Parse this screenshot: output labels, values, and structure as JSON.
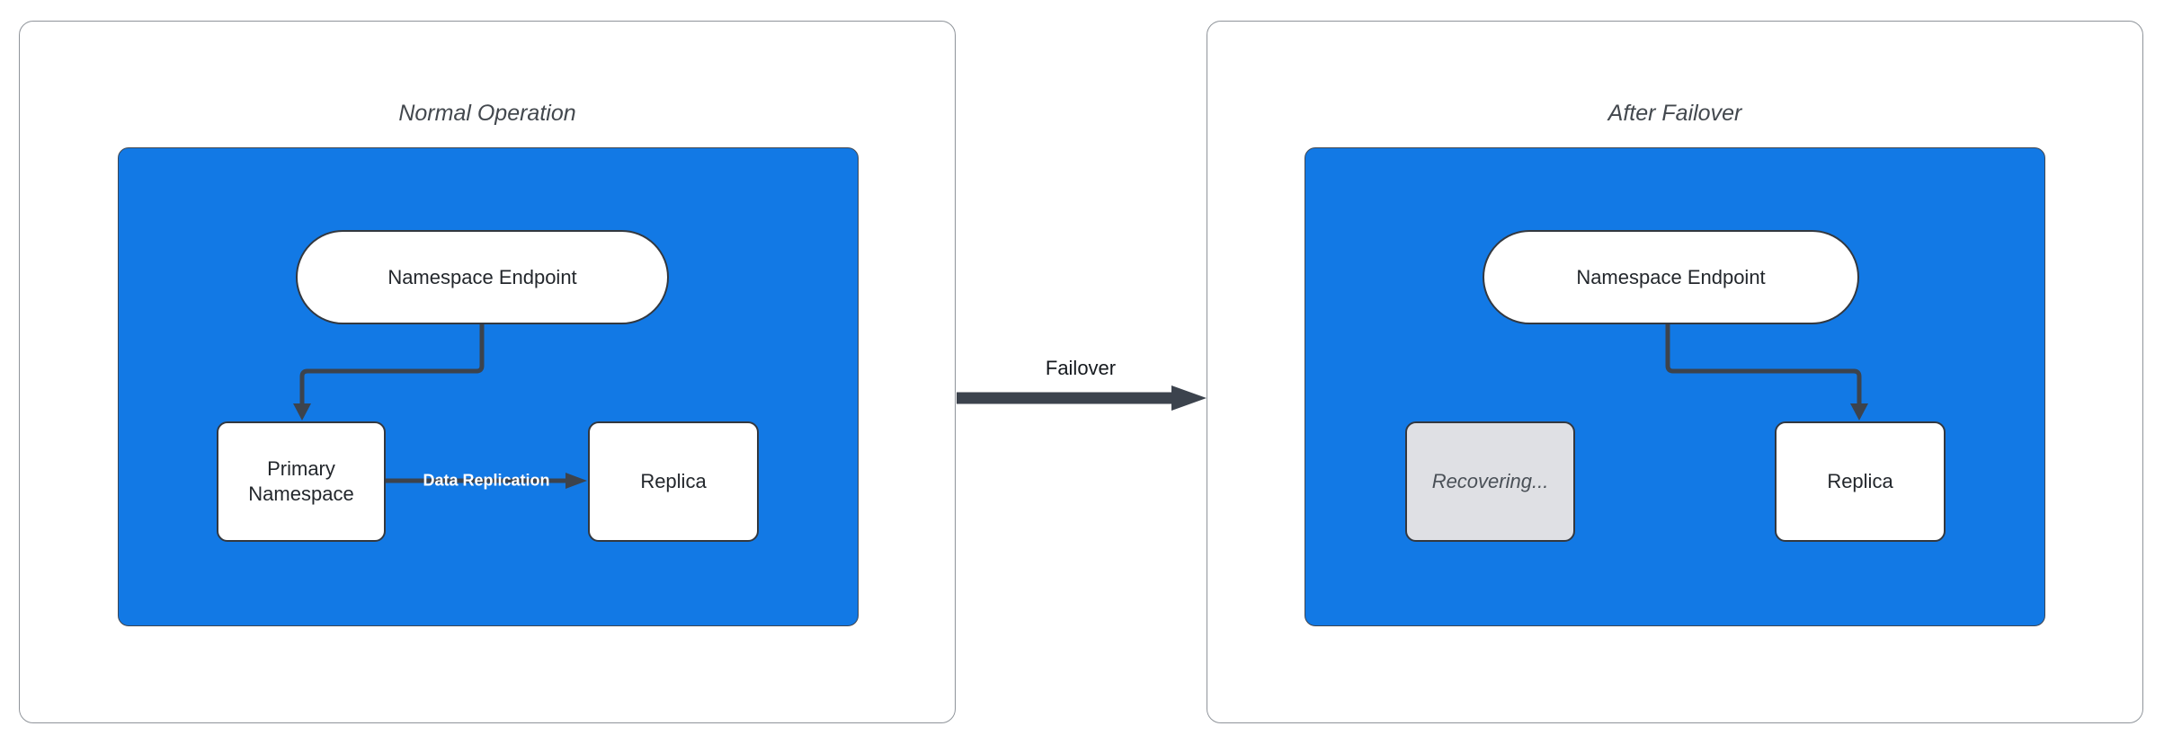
{
  "panels": [
    {
      "title": "Normal Operation",
      "nodes": {
        "endpoint": "Namespace Endpoint",
        "primary": "Primary Namespace",
        "replica": "Replica"
      },
      "edge_label": "Data Replication"
    },
    {
      "title": "After Failover",
      "nodes": {
        "endpoint": "Namespace Endpoint",
        "recovering": "Recovering...",
        "replica": "Replica"
      }
    }
  ],
  "failover": {
    "label": "Failover"
  },
  "colors": {
    "cluster-fill": "#1279E5",
    "cluster-border": "#3F4650",
    "node-fill": "#FFFFFF",
    "node-border": "#33383F",
    "node-text": "#23272C",
    "recovering-fill": "#DFE0E4",
    "recovering-text": "#4A5057",
    "edge": "#3C434D",
    "edge-label-text": "#FFFFFF",
    "panel-border": "#8F949A",
    "title-text": "#43484E",
    "bg": "#FFFFFF"
  }
}
